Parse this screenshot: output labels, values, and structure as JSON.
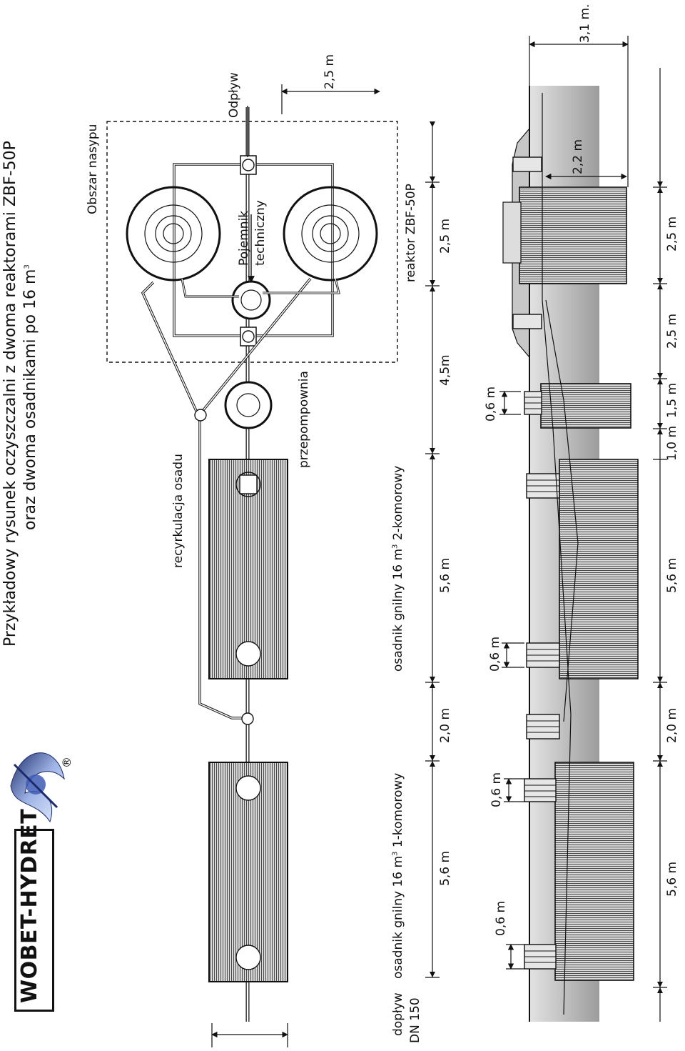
{
  "brand": {
    "name": "WOBET-HYDRET",
    "registered": "®"
  },
  "title": {
    "line1": "Przykładowy rysunek oczyszczalni z dwoma reaktorami ZBF-50P",
    "line2": "oraz dwoma osadnikami po 16 m",
    "line2_sup": "3"
  },
  "labels": {
    "obszar": "Obszar nasypu",
    "odplyw": "Odpływ",
    "pojemnik1": "Pojemnik",
    "pojemnik2": "techniczny",
    "reaktor": "reaktor ZBF-50P",
    "przepompownia": "przepompownia",
    "recyrkulacja": "recyrkulacja osadu",
    "osadnik2_a": "osadnik gnilny 16 m",
    "osadnik2_sup": "3",
    "osadnik2_b": " 2-komorowy",
    "osadnik1_a": "osadnik gnilny 16 m",
    "osadnik1_sup": "3",
    "osadnik1_b": " 1-komorowy",
    "doplyw1": "dopływ",
    "doplyw2": "DN 150"
  },
  "dims_plan": {
    "top": "2,5 m",
    "reaktor": "2,5 m",
    "gap1": "4,5m",
    "osadnik2": "5,6 m",
    "gap2": "2,0 m",
    "osadnik1": "5,6 m"
  },
  "dims_section": {
    "h1": "0,6 m",
    "h2": "0,6 m",
    "h3": "0,6 m",
    "h4": "0,6 m",
    "reactor_h": "2,2 m",
    "total_h": "3,1 m.",
    "s1": "2,5 m",
    "s2": "2,5 m",
    "s3": "1,5 m",
    "s4": "1,0 m",
    "s5": "5,6 m",
    "s6": "2,0 m",
    "s7": "5,6 m"
  },
  "colors": {
    "line": "#111111",
    "fill_dark": "#333333",
    "fill_tank": "#bdbdbd",
    "fill_soil": "#9a9a9a",
    "fill_soil_light": "#c9c9c9"
  }
}
